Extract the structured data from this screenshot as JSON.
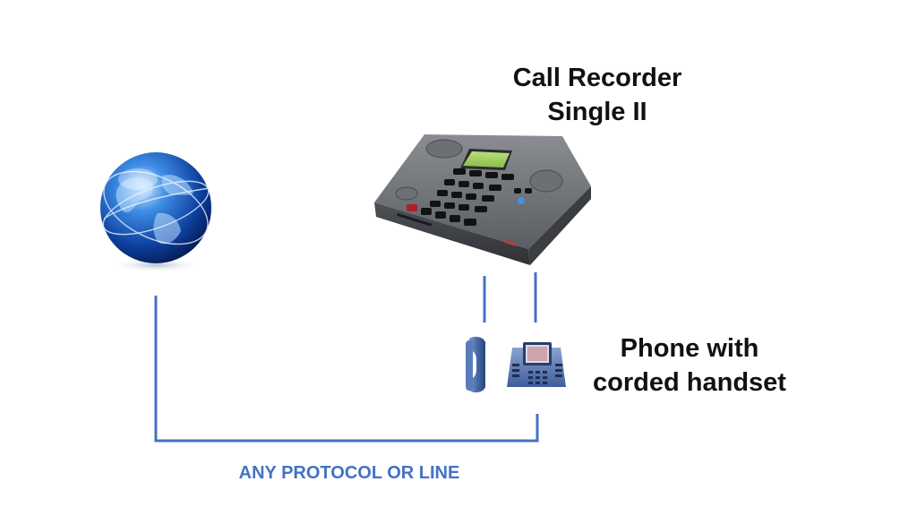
{
  "recorder": {
    "title_line1": "Call Recorder",
    "title_line2": "Single II"
  },
  "phone": {
    "label_line1": "Phone with",
    "label_line2": "corded handset"
  },
  "connection": {
    "label": "ANY PROTOCOL OR LINE"
  },
  "colors": {
    "line": "#4472c4",
    "label_text": "#4472c4",
    "title_text": "#111111"
  },
  "icons": {
    "network": "globe-icon",
    "recorder": "call-recorder-device-icon",
    "handset": "handset-icon",
    "phone": "desk-phone-icon"
  }
}
